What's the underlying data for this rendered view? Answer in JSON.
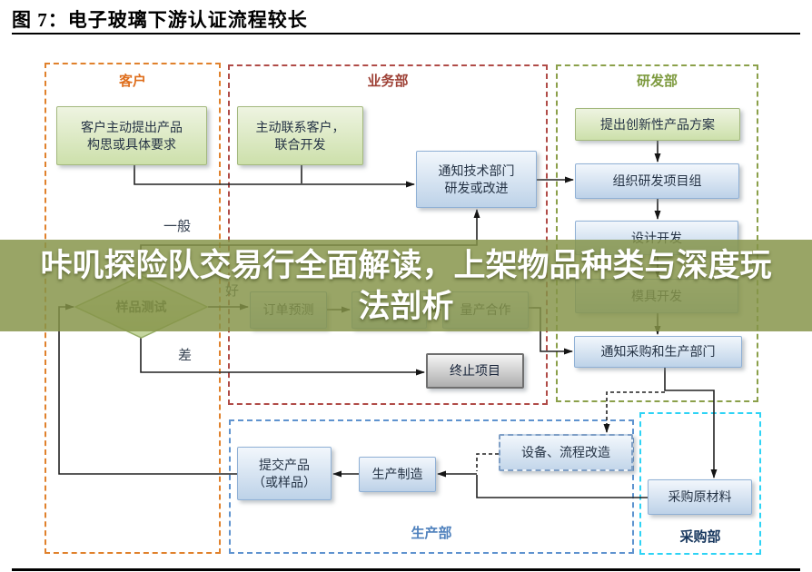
{
  "title": "图 7：电子玻璃下游认证流程较长",
  "banner": {
    "text": "咔叽探险队交易行全面解读，上架物品种类与深度玩法剖析",
    "bg_color": "#879449",
    "text_color": "#ffffff"
  },
  "lanes": {
    "customer": {
      "label": "客户",
      "color": "#e0812c"
    },
    "business": {
      "label": "业务部",
      "color": "#b04b47"
    },
    "rnd": {
      "label": "研发部",
      "color": "#8ba04a"
    },
    "production": {
      "label": "生产部",
      "color": "#5f93cf"
    },
    "procurement": {
      "label": "采购部",
      "color": "#2ed3f5",
      "label_color": "#17375e"
    }
  },
  "nodes": {
    "customer_request": "客户主动提出产品\n构思或具体要求",
    "contact_customer": "主动联系客户，\n联合开发",
    "notify_tech": "通知技术部门\n研发或改进",
    "innovative_proposal": "提出创新性产品方案",
    "org_team": "组织研发项目组",
    "design_dev": "设计开发",
    "mold_dev": "模具开发",
    "notify_procurement": "通知采购和生产部门",
    "sample_test": "样品测试",
    "order_forecast": "订单预测",
    "hidden_box": "",
    "mass_production": "量产合作",
    "terminate": "终止项目",
    "equipment_upgrade": "设备、流程改造",
    "purchase_materials": "采购原材料",
    "production_mfg": "生产制造",
    "submit_product": "提交产品\n（或样品）"
  },
  "edge_labels": {
    "average": "一般",
    "good": "好",
    "poor": "差"
  }
}
